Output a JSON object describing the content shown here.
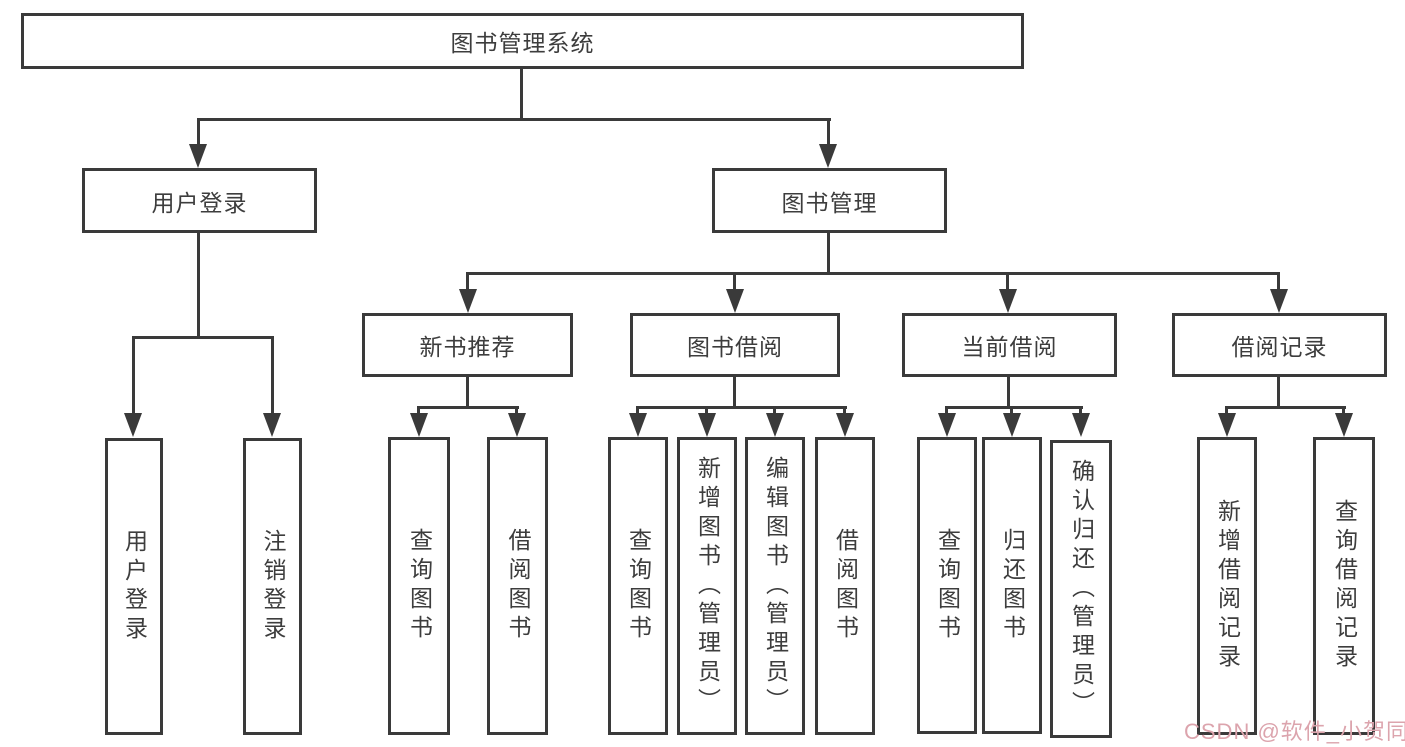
{
  "page": {
    "background_color": "#ffffff",
    "line_color": "#3a3a3a",
    "text_color": "#3d3d3d"
  },
  "watermark": {
    "text": "CSDN @软件_小贺同学",
    "color": "#dca4ad"
  },
  "tree": {
    "root": {
      "label": "图书管理系统"
    },
    "branches": [
      {
        "label": "用户登录",
        "children": [
          {
            "label": "用户登录"
          },
          {
            "label": "注销登录"
          }
        ]
      },
      {
        "label": "图书管理",
        "sections": [
          {
            "label": "新书推荐",
            "children": [
              {
                "label": "查询图书"
              },
              {
                "label": "借阅图书"
              }
            ]
          },
          {
            "label": "图书借阅",
            "children": [
              {
                "label": "查询图书"
              },
              {
                "label": "新增图书（管理员）"
              },
              {
                "label": "编辑图书（管理员）"
              },
              {
                "label": "借阅图书"
              }
            ]
          },
          {
            "label": "当前借阅",
            "children": [
              {
                "label": "查询图书"
              },
              {
                "label": "归还图书"
              },
              {
                "label": "确认归还（管理员）"
              }
            ]
          },
          {
            "label": "借阅记录",
            "children": [
              {
                "label": "新增借阅记录"
              },
              {
                "label": "查询借阅记录"
              }
            ]
          }
        ]
      }
    ]
  }
}
